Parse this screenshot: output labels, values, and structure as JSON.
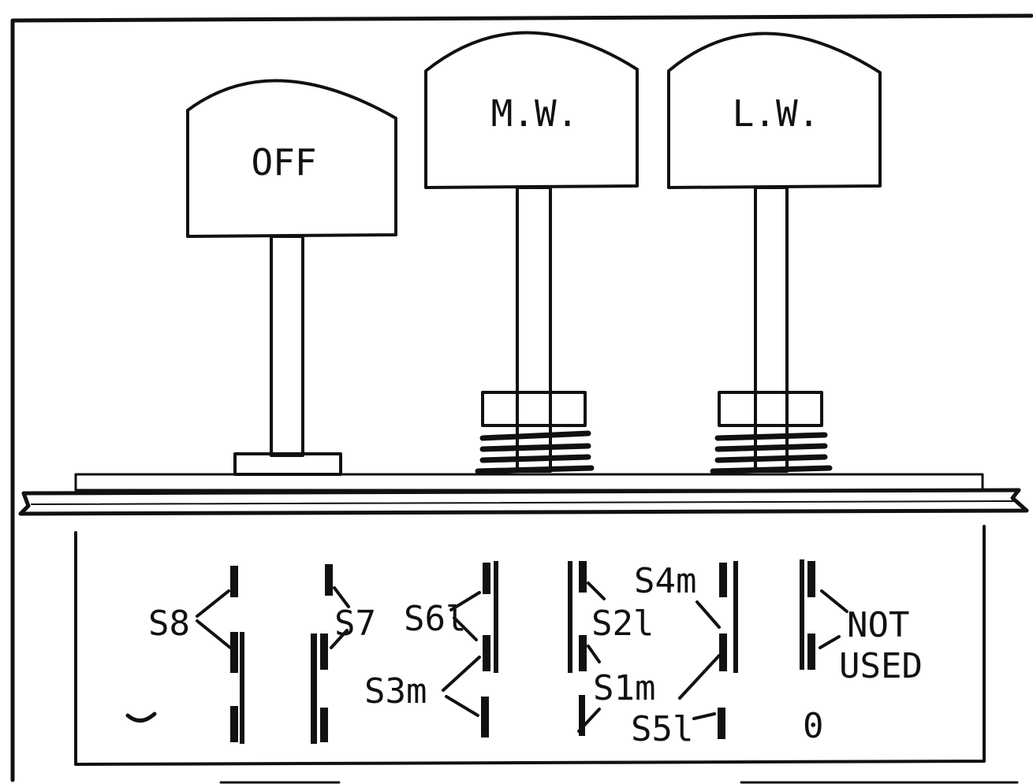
{
  "diagram": {
    "buttons": [
      {
        "id": "off",
        "label": "OFF"
      },
      {
        "id": "mw",
        "label": "M.W."
      },
      {
        "id": "lw",
        "label": "L.W."
      }
    ],
    "switch_labels": {
      "s8": "S8",
      "s7": "S7",
      "s6l": "S6l",
      "s3m": "S3m",
      "s4m": "S4m",
      "s2l": "S2l",
      "s1m": "S1m",
      "s5l": "S5l",
      "not_used_line1": "NOT",
      "not_used_line2": "USED",
      "zero": "0"
    },
    "colors": {
      "ink": "#111111",
      "paper": "#ffffff"
    }
  }
}
